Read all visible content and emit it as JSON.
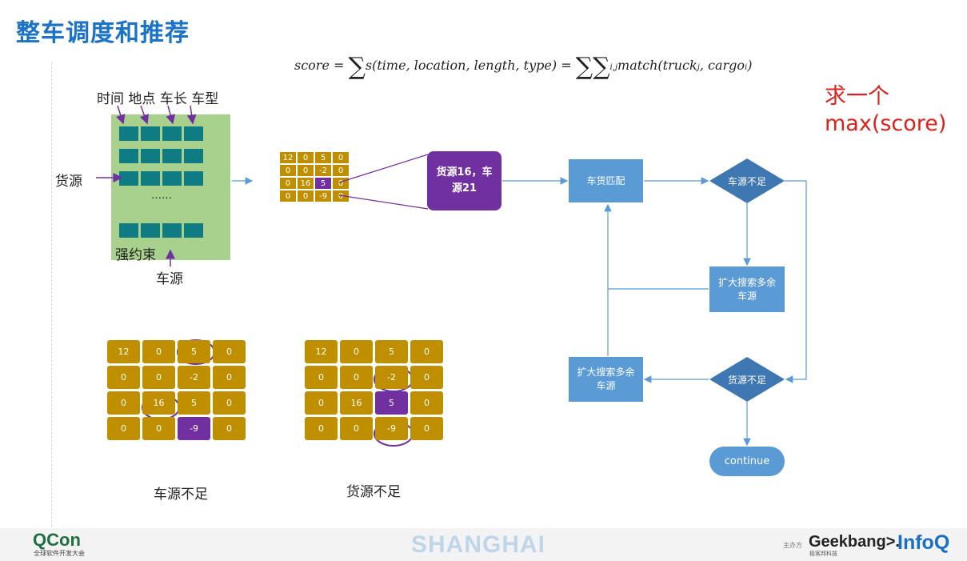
{
  "title": "整车调度和推荐",
  "formula": {
    "lhs": "score = ",
    "sigma": "∑",
    "term1": "s(time, location, length, type) = ",
    "sub_ij": "i,j",
    "term2": "match(truck",
    "sub_j": "j",
    "comma": ", cargo",
    "sub_i": "i",
    "close": ")"
  },
  "goal": {
    "line1": "求一个",
    "line2": "max(score)"
  },
  "left_panel": {
    "header": "时间 地点 车长 车型",
    "cargo_label": "货源",
    "dots": "……",
    "constraint": "强约束",
    "truck_label": "车源"
  },
  "mini_matrix": [
    [
      "12",
      "0",
      "5",
      "0"
    ],
    [
      "0",
      "0",
      "-2",
      "0"
    ],
    [
      "0",
      "16",
      "5",
      "0"
    ],
    [
      "0",
      "0",
      "-9",
      "0"
    ]
  ],
  "match_box": "货源16，车源21",
  "flow": {
    "match": "车货匹配",
    "truck_short": "车源不足",
    "expand_truck": "扩大搜索多余车源",
    "cargo_short": "货源不足",
    "expand_left": "扩大搜索多余车源",
    "continue": "continue"
  },
  "matrix_a": {
    "rows": [
      [
        "12",
        "0",
        "5",
        "0"
      ],
      [
        "0",
        "0",
        "-2",
        "0"
      ],
      [
        "0",
        "16",
        "5",
        "0"
      ],
      [
        "0",
        "0",
        "-9",
        "0"
      ]
    ],
    "caption": "车源不足"
  },
  "matrix_b": {
    "rows": [
      [
        "12",
        "0",
        "5",
        "0"
      ],
      [
        "0",
        "0",
        "-2",
        "0"
      ],
      [
        "0",
        "16",
        "5",
        "0"
      ],
      [
        "0",
        "0",
        "-9",
        "0"
      ]
    ],
    "caption": "货源不足"
  },
  "footer": {
    "qcon": "QCon",
    "qcon_sub": "全球软件开发大会",
    "city": "SHANGHAI",
    "host": "主办方",
    "geek": "Geekbang>.",
    "geek_sub": "极客邦科技",
    "infoq": "InfoQ"
  },
  "colors": {
    "title": "#1a73c7",
    "gold": "#bf8f00",
    "purple": "#7030a0",
    "blue": "#5b9bd5",
    "teal": "#0f7c83",
    "green": "#a9d18e",
    "red": "#e0201b"
  }
}
